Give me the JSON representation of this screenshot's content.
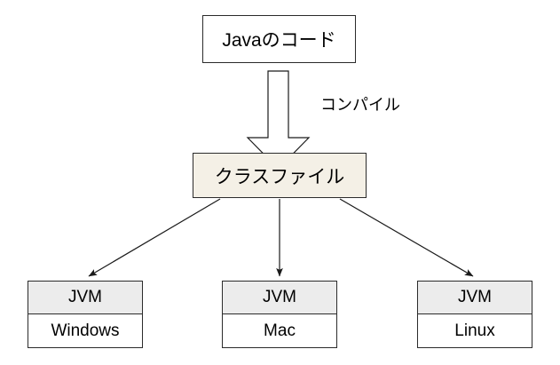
{
  "diagram": {
    "title_node": {
      "label": "Javaのコード",
      "name": "java-source-node"
    },
    "compile_arrow": {
      "label": "コンパイル",
      "name": "compile-block-arrow"
    },
    "classfile_node": {
      "label": "クラスファイル",
      "name": "class-file-node",
      "fill": "#f4f0e6"
    },
    "platforms": [
      {
        "vm": "JVM",
        "os": "Windows"
      },
      {
        "vm": "JVM",
        "os": "Mac"
      },
      {
        "vm": "JVM",
        "os": "Linux"
      }
    ],
    "colors": {
      "background": "#ffffff",
      "stroke": "#2b2b2b",
      "vm_header_fill": "#ececec",
      "classfile_fill": "#f4f0e6",
      "box_fill": "#ffffff",
      "text": "#000000"
    }
  }
}
